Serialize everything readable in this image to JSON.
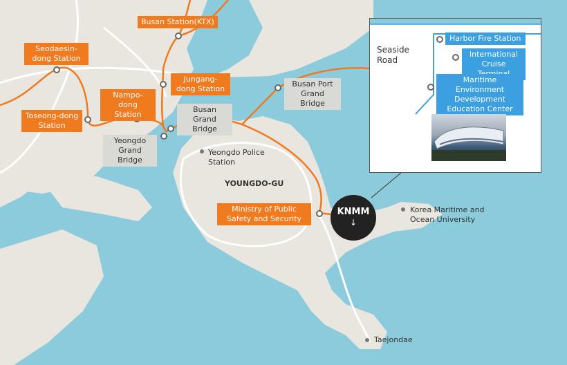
{
  "map": {
    "district": "YOUNGDO-GU",
    "knmm": {
      "label": "KNMM",
      "arrow": "↓"
    },
    "stations": {
      "busan_station": "Busan Station(KTX)",
      "seodaesin": "Seodaesin-dong Station",
      "nampo": "Nampo-dong Station",
      "jungang": "Jungang-dong Station",
      "toseong": "Toseong-dong Station"
    },
    "bridges": {
      "busan_port": "Busan Port Grand Bridge",
      "busan_grand": "Busan Grand Bridge",
      "yeongdo": "Yeongdo Grand Bridge"
    },
    "places": {
      "police": "Yeongdo Police Station",
      "ministry": "Ministry of Public Safety and Security",
      "university": "Korea Maritime and Ocean University",
      "taejondae": "Taejondae"
    },
    "inset": {
      "road": "Seaside Road",
      "harbor_fire": "Harbor Fire Station",
      "cruise": "International Cruise Terminal",
      "maritime_env": "Maritime Environment Development Education Center"
    },
    "colors": {
      "water": "#8ccbdc",
      "land": "#e9e6df",
      "route": "#f07a1e",
      "inset_road": "#3c9fe0"
    }
  }
}
